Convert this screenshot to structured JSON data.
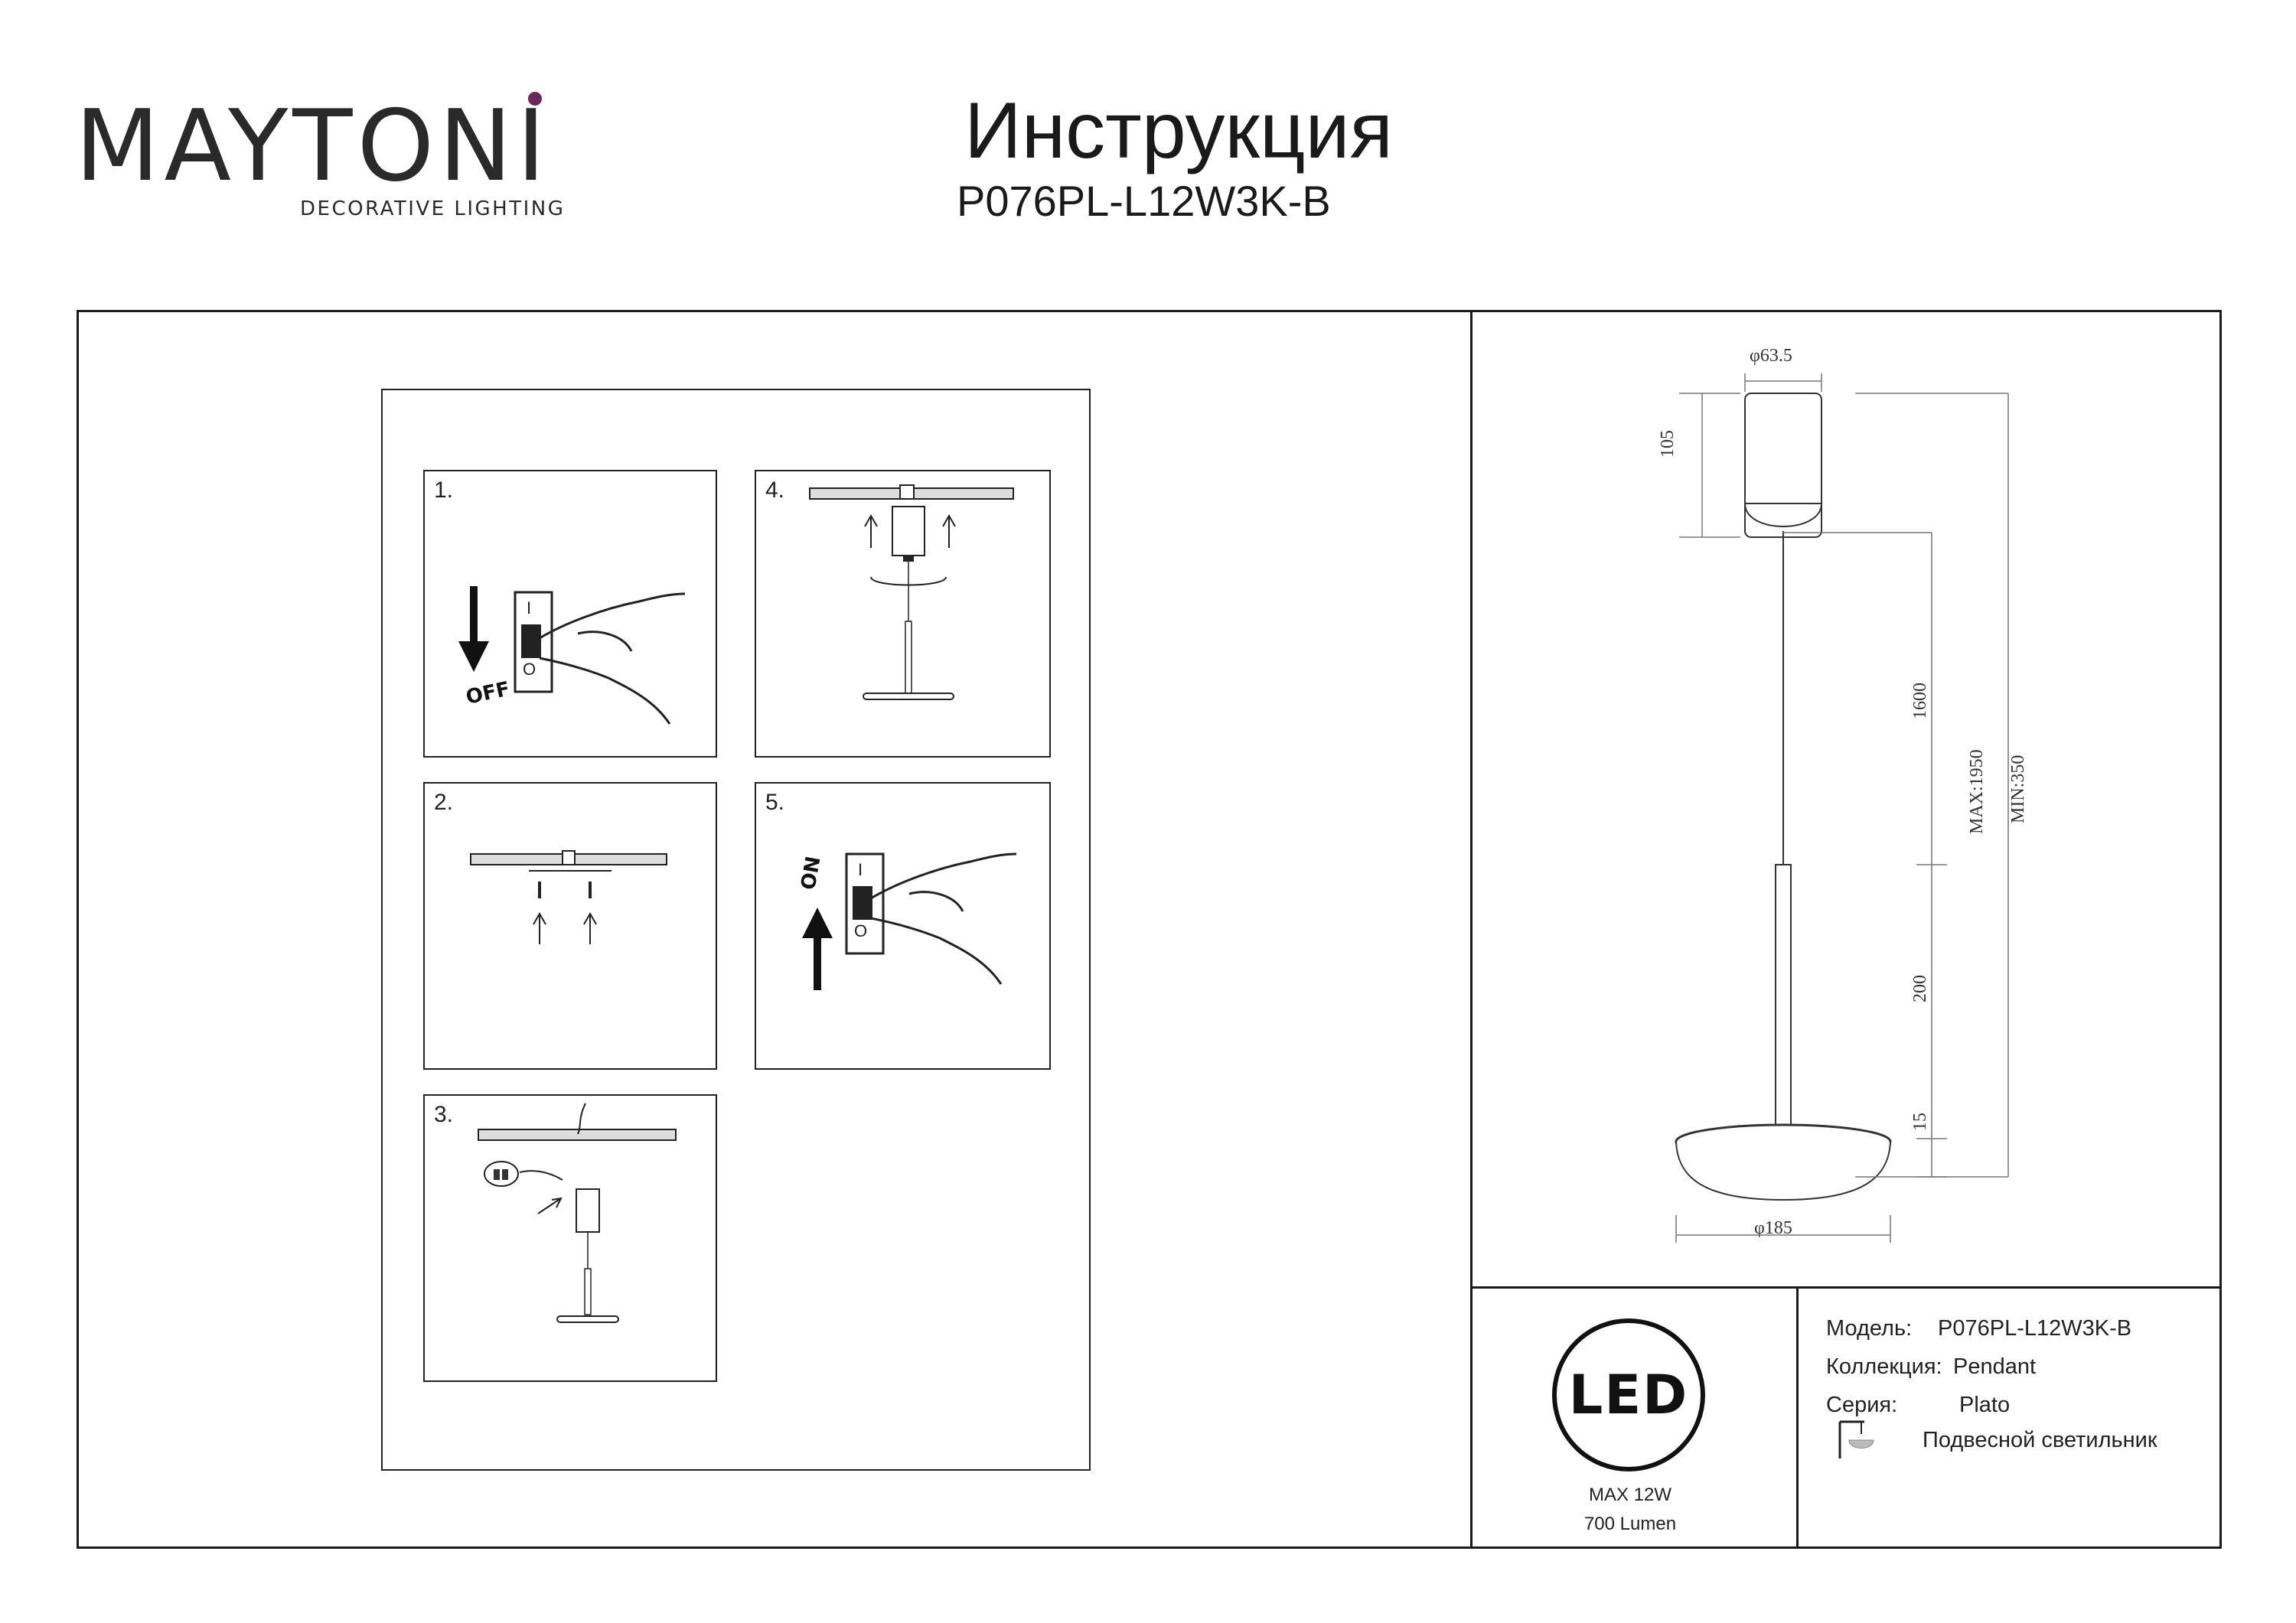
{
  "brand": {
    "name": "MAYTONI",
    "tagline": "DECORATIVE LIGHTING",
    "accent_color": "#6b2a5e"
  },
  "header": {
    "title": "Инструкция",
    "model": "P076PL-L12W3K-B"
  },
  "steps": [
    {
      "number": "1.",
      "label": "OFF",
      "icon": "switch-off-hand-icon"
    },
    {
      "number": "2.",
      "icon": "ceiling-mount-screws-icon"
    },
    {
      "number": "3.",
      "icon": "wiring-connection-icon"
    },
    {
      "number": "4.",
      "icon": "attach-canopy-icon"
    },
    {
      "number": "5.",
      "label": "ON",
      "icon": "switch-on-hand-icon"
    }
  ],
  "drawing": {
    "canopy_diameter": "φ63.5",
    "canopy_height": "105",
    "cable_length": "1600",
    "stem_length": "200",
    "disc_thickness": "15",
    "max_height": "MAX:1950",
    "min_height": "MIN:350",
    "disc_diameter": "φ185"
  },
  "badge": {
    "icon": "led-badge-icon",
    "text": "LED",
    "power": "MAX 12W",
    "lumen": "700 Lumen"
  },
  "specs": {
    "model_label": "Модель:",
    "model_value": "P076PL-L12W3K-B",
    "collection_label": "Коллекция:",
    "collection_value": "Pendant",
    "series_label": "Серия:",
    "series_value": "Plato",
    "type_icon": "pendant-lamp-icon",
    "type_value": "Подвесной светильник"
  }
}
